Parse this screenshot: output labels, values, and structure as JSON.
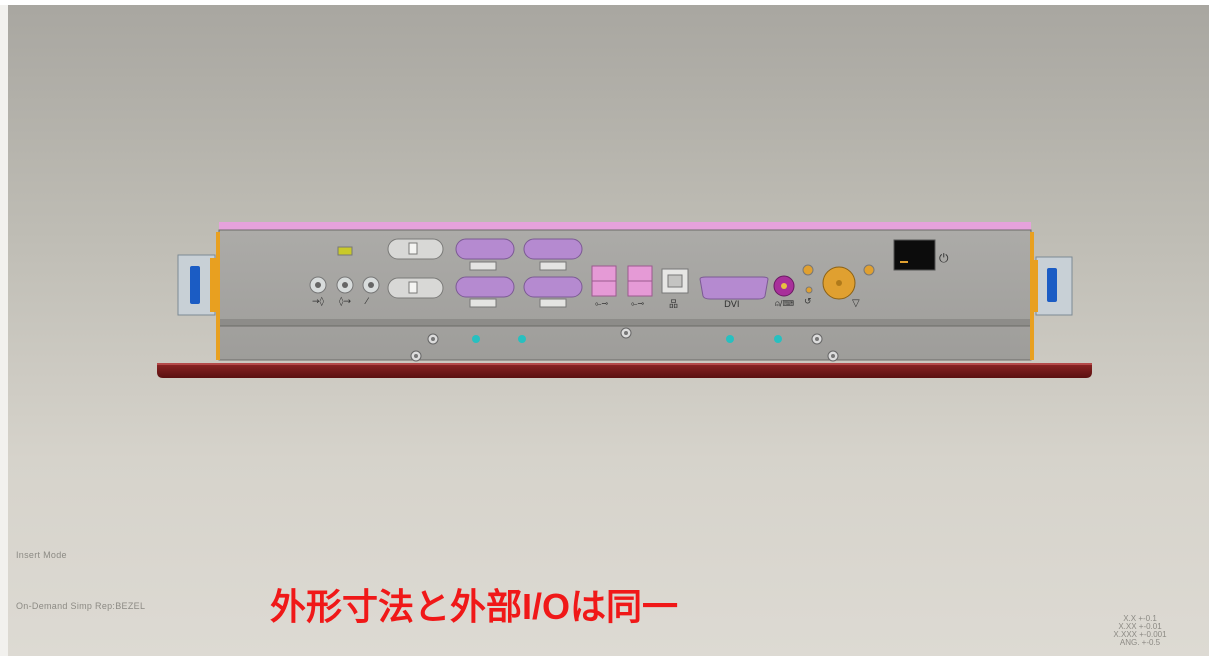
{
  "status": {
    "mode": "Insert Mode",
    "simp_rep": "On-Demand Simp Rep:BEZEL"
  },
  "caption": "外形寸法と外部I/Oは同一",
  "tolerances": [
    "X.X +-0.1",
    "X.XX +-0.01",
    "X.XXX +-0.001",
    "ANG. +-0.5"
  ],
  "io_labels": {
    "dvi": "DVI"
  },
  "colors": {
    "chassis": "#a4a3a0",
    "bezel": "#6e1717",
    "serial_port": "#b58ad0",
    "usb_port": "#e59ad6",
    "bracket_accent": "#e8a020",
    "caption": "#f01818"
  },
  "icons": [
    "audio-line-in-icon",
    "audio-line-out-icon",
    "microphone-icon",
    "usb-icon",
    "lan-icon",
    "ps2-mouse-keyboard-icon",
    "power-icon",
    "ground-icon",
    "power-switch-icon"
  ]
}
